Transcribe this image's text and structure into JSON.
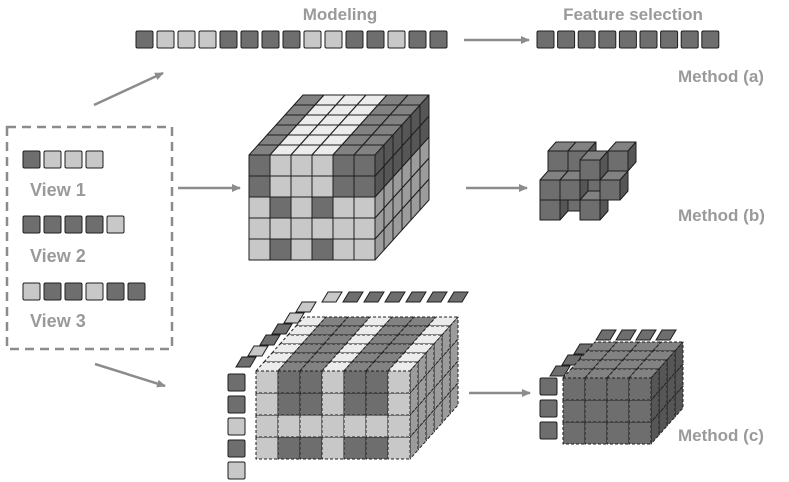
{
  "headings": {
    "modeling": "Modeling",
    "feature_selection": "Feature selection"
  },
  "views": [
    {
      "label": "View 1",
      "cells": [
        "dark",
        "light",
        "light",
        "light"
      ]
    },
    {
      "label": "View 2",
      "cells": [
        "dark",
        "dark",
        "dark",
        "dark",
        "light"
      ]
    },
    {
      "label": "View 3",
      "cells": [
        "light",
        "dark",
        "dark",
        "light",
        "dark",
        "dark"
      ]
    }
  ],
  "methods": {
    "a": "Method (a)",
    "b": "Method (b)",
    "c": "Method (c)"
  },
  "concatenated_vector": [
    "dark",
    "light",
    "light",
    "light",
    "dark",
    "dark",
    "dark",
    "dark",
    "light",
    "light",
    "dark",
    "dark",
    "light",
    "dark",
    "dark"
  ],
  "selected_vector": [
    "dark",
    "dark",
    "dark",
    "dark",
    "dark",
    "dark",
    "dark",
    "dark",
    "dark"
  ],
  "colors": {
    "dark": "#6e6e6e",
    "light": "#c8c8c8",
    "stroke": "#1e1e1e",
    "arrow": "#8c8c8c",
    "text": "#9a9a9a",
    "dashed_box": "#8c8c8c"
  }
}
